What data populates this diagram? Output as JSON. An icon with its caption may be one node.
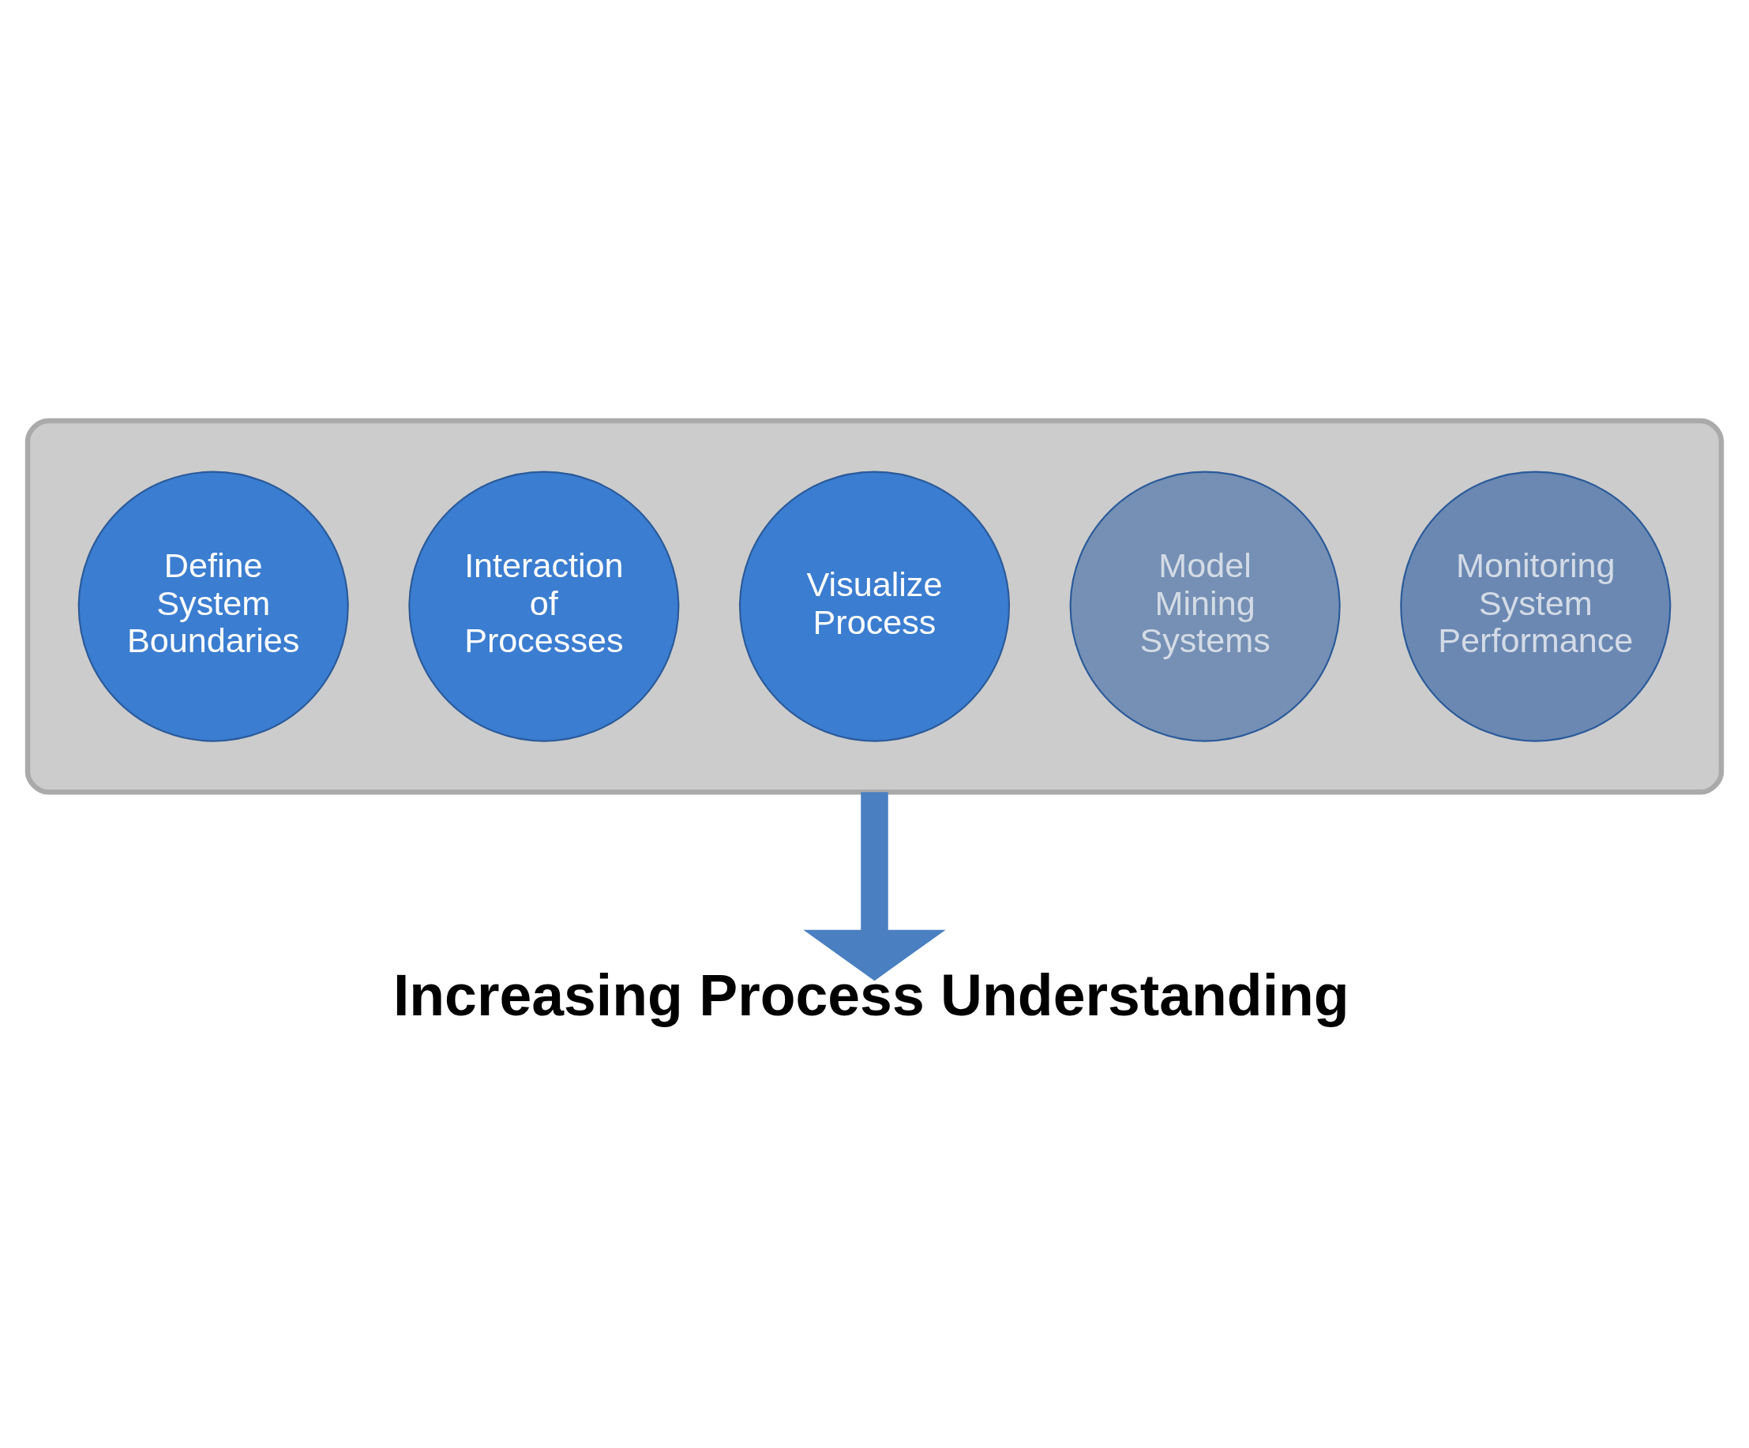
{
  "diagram": {
    "nodes": [
      {
        "text": [],
        "shape": "funnel"
      },
      {
        "text": [
          "Define System Boundaries"
        ],
        "in": 0
      },
      {
        "text": [
          "Interaction of Processes"
        ],
        "in": 0
      },
      {
        "text": [
          "Visualize Process"
        ],
        "in": 0
      },
      {
        "text": [
          "Model Mining Systems"
        ],
        "in": 0
      },
      {
        "text": [
          "Monitoring System Performance"
        ],
        "in": 0
      },
      {
        "text": [
          "Increasing Process Understanding"
        ]
      }
    ],
    "edges": [
      {
        "from": 0,
        "to": 6,
        "arrow": "to"
      }
    ]
  }
}
